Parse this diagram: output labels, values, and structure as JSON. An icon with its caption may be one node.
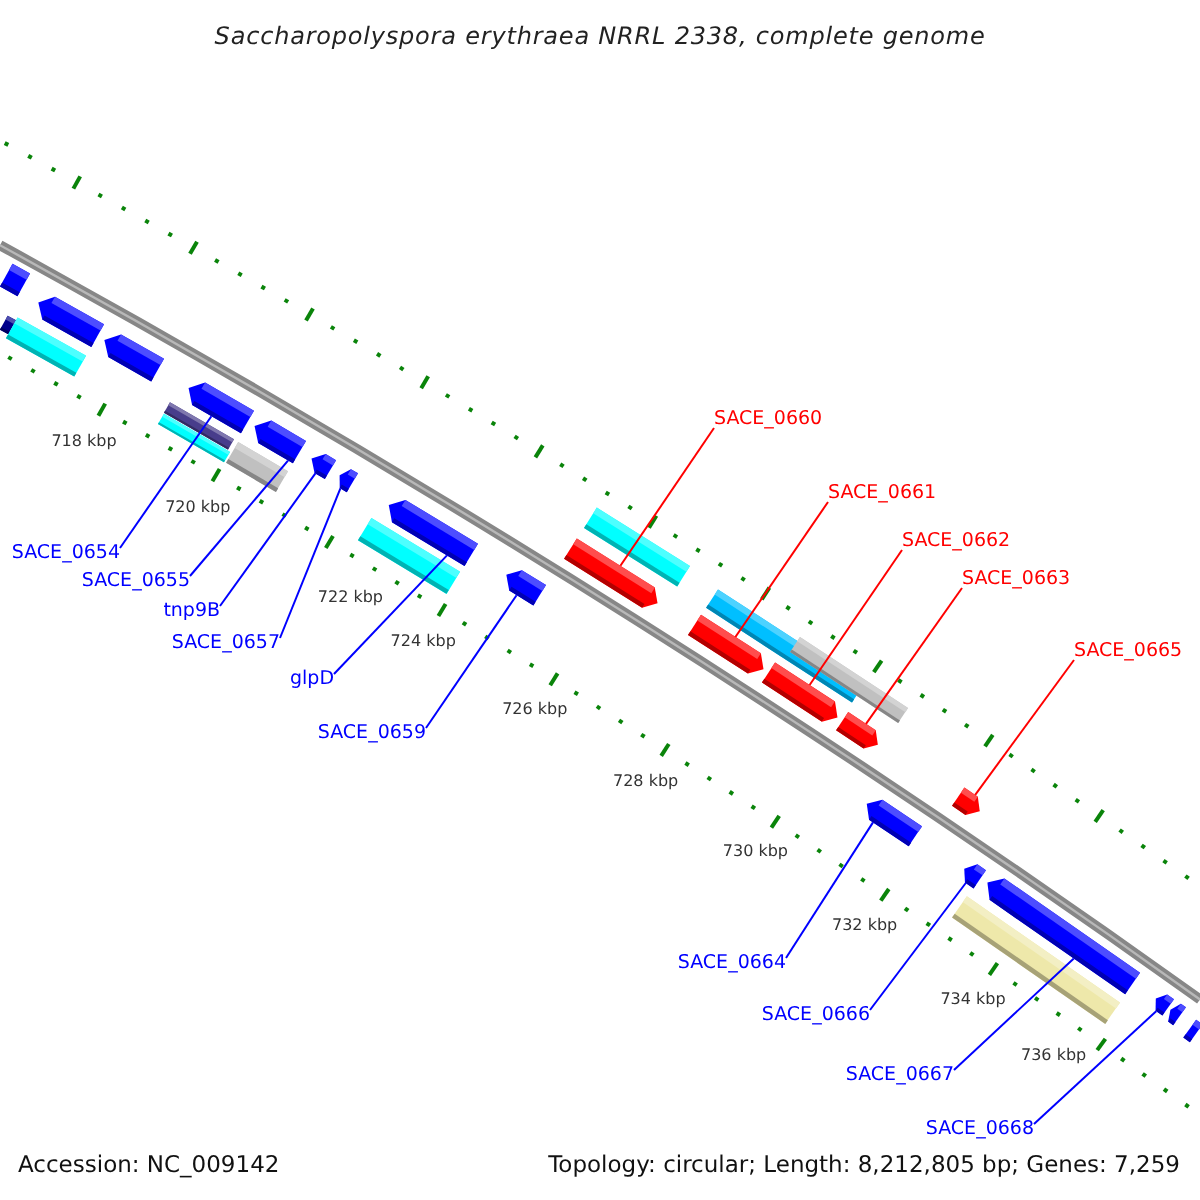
{
  "diagram": {
    "title": "Saccharopolyspora erythraea NRRL 2338, complete genome",
    "nodes": [
      {
        "text": [
          "SACE_0654"
        ]
      },
      {
        "text": [
          "SACE_0655"
        ]
      },
      {
        "text": [
          "tnp9B"
        ]
      },
      {
        "text": [
          "SACE_0657"
        ]
      },
      {
        "text": [
          "glpD"
        ]
      },
      {
        "text": [
          "SACE_0659"
        ]
      },
      {
        "text": [
          "SACE_0660"
        ]
      },
      {
        "text": [
          "SACE_0661"
        ]
      },
      {
        "text": [
          "SACE_0662"
        ]
      },
      {
        "text": [
          "SACE_0663"
        ]
      },
      {
        "text": [
          "SACE_0664"
        ]
      },
      {
        "text": [
          "SACE_0665"
        ]
      },
      {
        "text": [
          "SACE_0666"
        ]
      },
      {
        "text": [
          "SACE_0667"
        ]
      },
      {
        "text": [
          "SACE_0668"
        ]
      },
      {
        "text": [],
        "shape": "bar"
      },
      {
        "text": [],
        "shape": "pentagon"
      },
      {
        "text": [],
        "shape": "pentagon"
      },
      {
        "text": [],
        "shape": "pentagon"
      },
      {
        "text": [],
        "shape": "pentagon"
      },
      {
        "text": [],
        "shape": "pentagon"
      },
      {
        "text": [],
        "shape": "pentagon"
      },
      {
        "text": [],
        "shape": "pentagon"
      },
      {
        "text": [],
        "shape": "pentagon"
      },
      {
        "text": [],
        "shape": "pentagon"
      },
      {
        "text": [],
        "shape": "pentagon"
      },
      {
        "text": [],
        "shape": "pentagon"
      },
      {
        "text": [],
        "shape": "pentagon"
      },
      {
        "text": [],
        "shape": "pentagon"
      },
      {
        "text": [],
        "shape": "pentagon"
      },
      {
        "text": [],
        "shape": "pentagon"
      },
      {
        "text": [],
        "shape": "pentagon"
      },
      {
        "text": [],
        "shape": "pentagon"
      },
      {
        "text": [],
        "shape": "pentagon"
      },
      {
        "text": [],
        "shape": "bar"
      }
    ],
    "edges": [
      {
        "from": 0,
        "to": 18,
        "arrow": "none"
      },
      {
        "from": 1,
        "to": 19,
        "arrow": "none"
      },
      {
        "from": 2,
        "to": 20,
        "arrow": "none"
      },
      {
        "from": 3,
        "to": 21,
        "arrow": "none"
      },
      {
        "from": 4,
        "to": 22,
        "arrow": "none"
      },
      {
        "from": 5,
        "to": 23,
        "arrow": "none"
      },
      {
        "from": 6,
        "to": 24,
        "arrow": "none",
        "color": "#ff0000"
      },
      {
        "from": 7,
        "to": 25,
        "arrow": "none",
        "color": "#ff0000"
      },
      {
        "from": 8,
        "to": 26,
        "arrow": "none",
        "color": "#ff0000"
      },
      {
        "from": 9,
        "to": 27,
        "arrow": "none",
        "color": "#ff0000"
      },
      {
        "from": 10,
        "to": 28,
        "arrow": "none"
      },
      {
        "from": 11,
        "to": 29,
        "arrow": "none",
        "color": "#ff0000"
      },
      {
        "from": 12,
        "to": 30,
        "arrow": "none"
      },
      {
        "from": 13,
        "to": 31,
        "arrow": "none"
      },
      {
        "from": 14,
        "to": 32,
        "arrow": "none"
      }
    ],
    "labels": [
      "718 kbp",
      "720 kbp",
      "722 kbp",
      "724 kbp",
      "726 kbp",
      "728 kbp",
      "730 kbp",
      "732 kbp",
      "734 kbp",
      "736 kbp",
      "Accession: NC_009142",
      "Topology: circular; Length: 8,212,805 bp; Genes: 7,259"
    ]
  }
}
